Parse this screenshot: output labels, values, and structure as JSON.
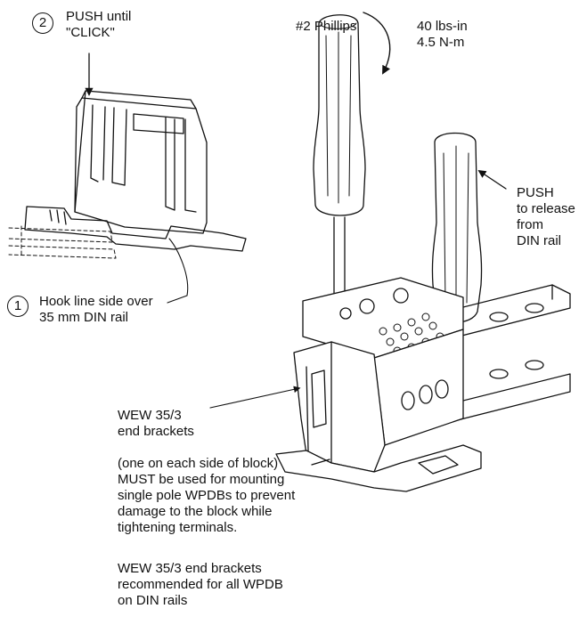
{
  "step2": {
    "number": "2",
    "line1": "PUSH until",
    "line2": "\"CLICK\""
  },
  "step1": {
    "number": "1",
    "line1": "Hook line side over",
    "line2": "35 mm DIN rail"
  },
  "driver": {
    "label": "#2 Phillips"
  },
  "torque": {
    "line1": "40 lbs-in",
    "line2": "4.5 N-m"
  },
  "release": {
    "text": "PUSH\nto release\nfrom\nDIN rail"
  },
  "brackets": {
    "line1": "WEW 35/3",
    "line2": "end brackets"
  },
  "note1": {
    "text": "(one on each side of block)\nMUST be used for mounting\nsingle pole WPDBs to prevent\ndamage to the block while\ntightening terminals."
  },
  "note2": {
    "text": "WEW 35/3 end brackets\nrecommended for all WPDB\non DIN rails"
  }
}
